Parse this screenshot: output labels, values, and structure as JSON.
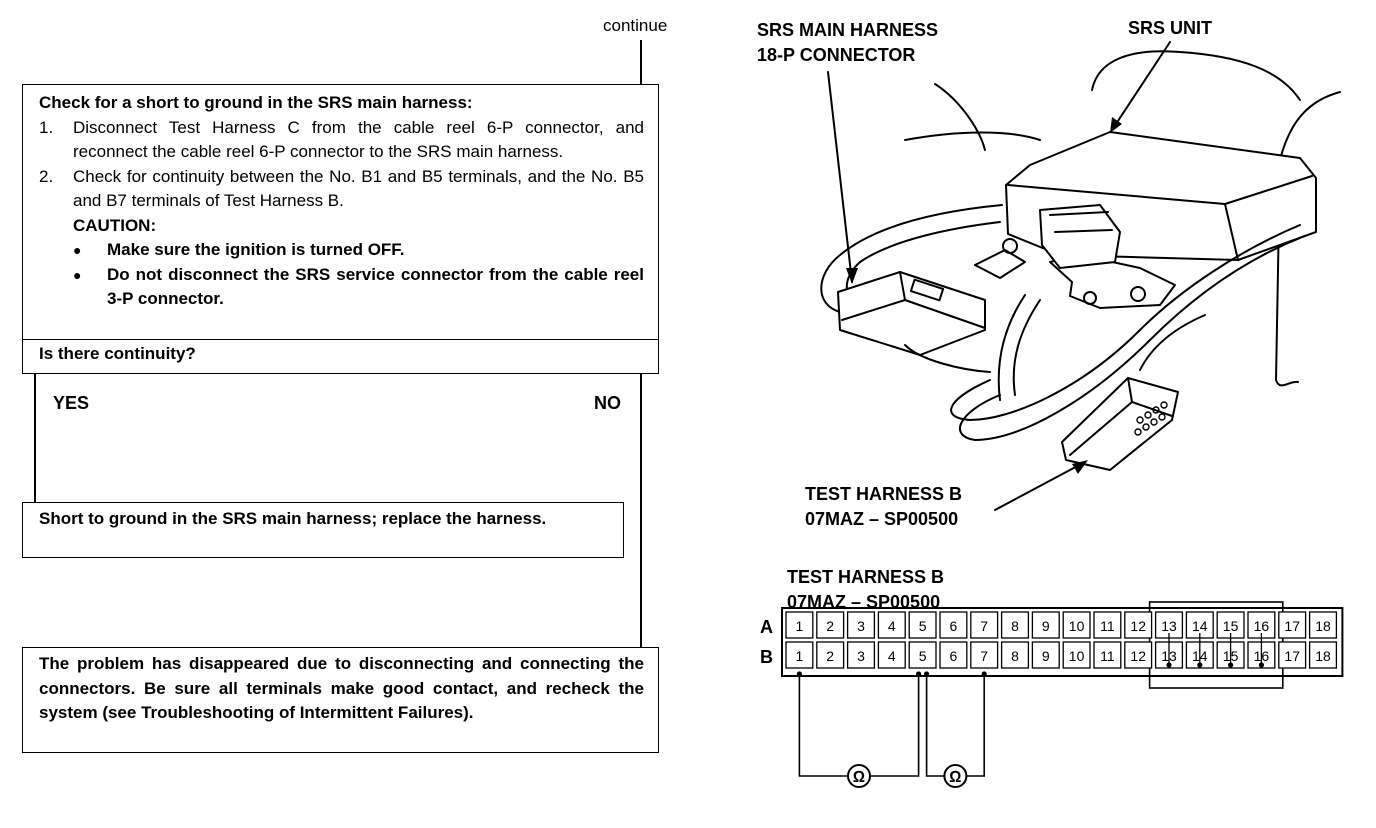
{
  "flowchart": {
    "continue_label": "continue",
    "question": {
      "title": "Check for a short to ground in the SRS main harness:",
      "steps": [
        {
          "num": "1.",
          "text": "Disconnect Test Harness C from the cable reel 6-P connector, and reconnect the cable reel 6-P connector to the SRS main harness."
        },
        {
          "num": "2.",
          "text": "Check for continuity between the No. B1 and B5 terminals, and the No. B5 and B7 terminals of Test Harness B."
        }
      ],
      "caution_label": "CAUTION:",
      "cautions": [
        "Make sure the ignition is turned OFF.",
        "Do not disconnect the SRS service connector from the cable reel 3-P connector."
      ],
      "prompt": "Is there continuity?"
    },
    "yes_label": "YES",
    "no_label": "NO",
    "yes_result": "Short to ground in the SRS main harness; replace the harness.",
    "no_result": "The problem has disappeared due to disconnecting and connecting the connectors. Be sure all terminals make good contact, and recheck the system (see Troubleshooting of Intermittent Failures)."
  },
  "illustration": {
    "callout_main_harness": [
      "SRS MAIN HARNESS",
      "18-P CONNECTOR"
    ],
    "callout_srs_unit": "SRS UNIT",
    "callout_test_harness": [
      "TEST HARNESS B",
      "07MAZ – SP00500"
    ]
  },
  "terminal_diagram": {
    "title": [
      "TEST HARNESS B",
      "07MAZ – SP00500"
    ],
    "row_labels": [
      "A",
      "B"
    ],
    "terminals": [
      "1",
      "2",
      "3",
      "4",
      "5",
      "6",
      "7",
      "8",
      "9",
      "10",
      "11",
      "12",
      "13",
      "14",
      "15",
      "16",
      "17",
      "18"
    ]
  }
}
